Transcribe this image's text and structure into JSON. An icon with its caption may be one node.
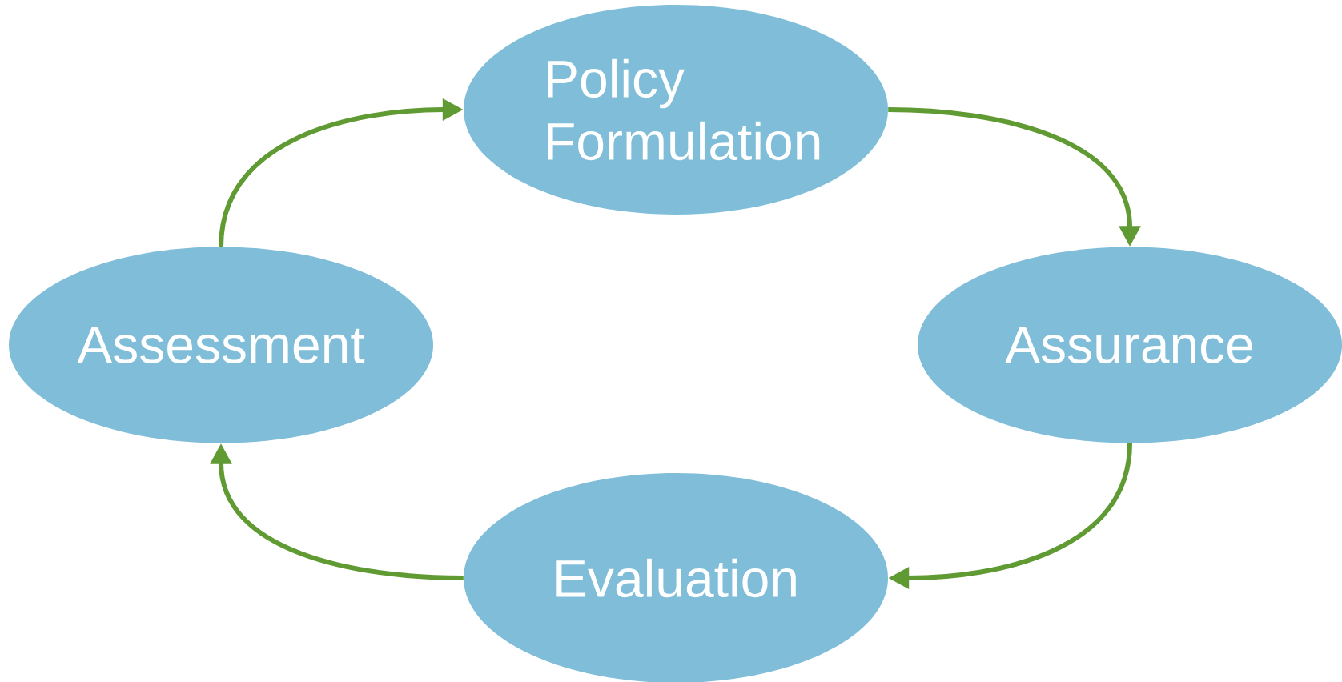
{
  "diagram": {
    "nodes": [
      {
        "text": [
          "Policy Formulation"
        ]
      },
      {
        "text": [
          "Assessment"
        ]
      },
      {
        "text": [
          "Assurance"
        ]
      },
      {
        "text": [
          "Evaluation"
        ]
      }
    ],
    "edges": [
      {
        "from": 1,
        "to": 0,
        "arrow": "to"
      },
      {
        "from": 0,
        "to": 2,
        "arrow": "to"
      },
      {
        "from": 2,
        "to": 3,
        "arrow": "to"
      },
      {
        "from": 3,
        "to": 1,
        "arrow": "to"
      }
    ]
  }
}
